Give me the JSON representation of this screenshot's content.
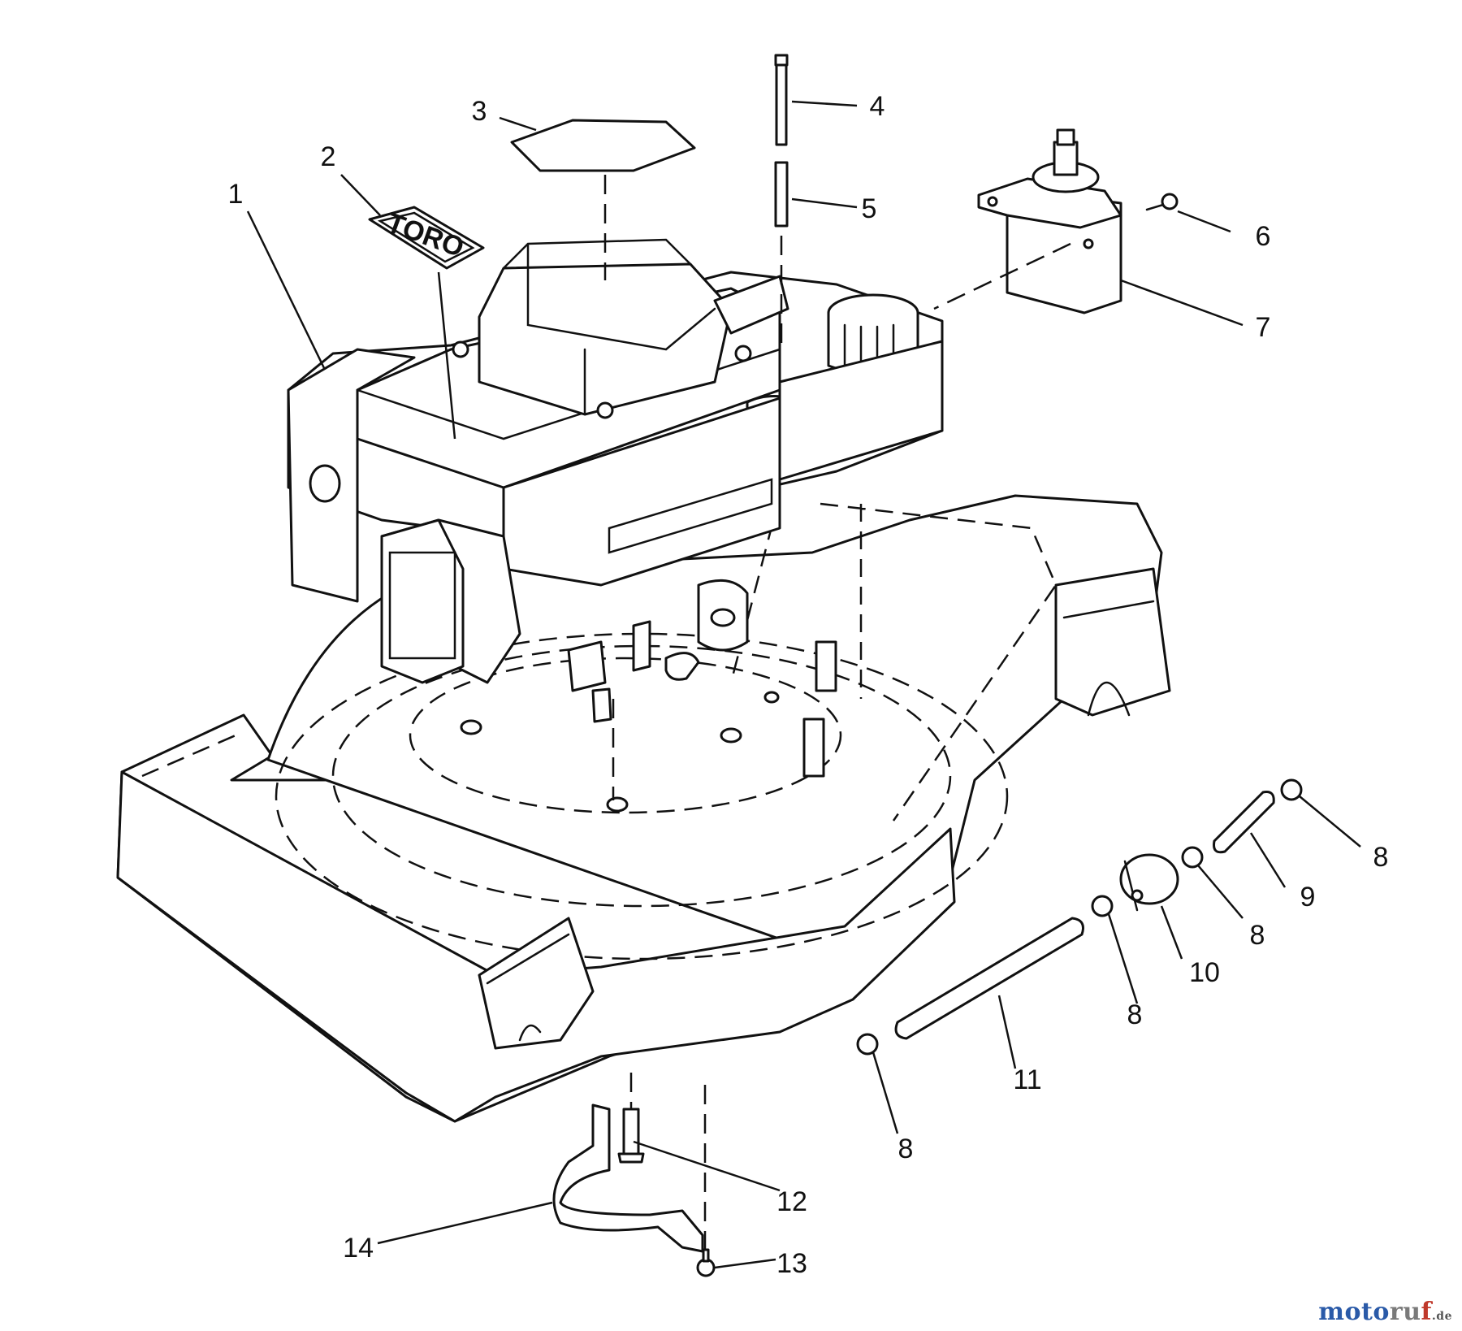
{
  "logo": {
    "text": "TORO"
  },
  "watermark": {
    "part1": "moto",
    "part2": "ru",
    "part3": "f",
    "suffix": ".de"
  },
  "callouts": [
    {
      "id": "1",
      "text": "1"
    },
    {
      "id": "2",
      "text": "2"
    },
    {
      "id": "3",
      "text": "3"
    },
    {
      "id": "4",
      "text": "4"
    },
    {
      "id": "5",
      "text": "5"
    },
    {
      "id": "6",
      "text": "6"
    },
    {
      "id": "7",
      "text": "7"
    },
    {
      "id": "8a",
      "text": "8"
    },
    {
      "id": "8b",
      "text": "8"
    },
    {
      "id": "8c",
      "text": "8"
    },
    {
      "id": "8d",
      "text": "8"
    },
    {
      "id": "9",
      "text": "9"
    },
    {
      "id": "10",
      "text": "10"
    },
    {
      "id": "11",
      "text": "11"
    },
    {
      "id": "12",
      "text": "12"
    },
    {
      "id": "13",
      "text": "13"
    },
    {
      "id": "14",
      "text": "14"
    }
  ]
}
